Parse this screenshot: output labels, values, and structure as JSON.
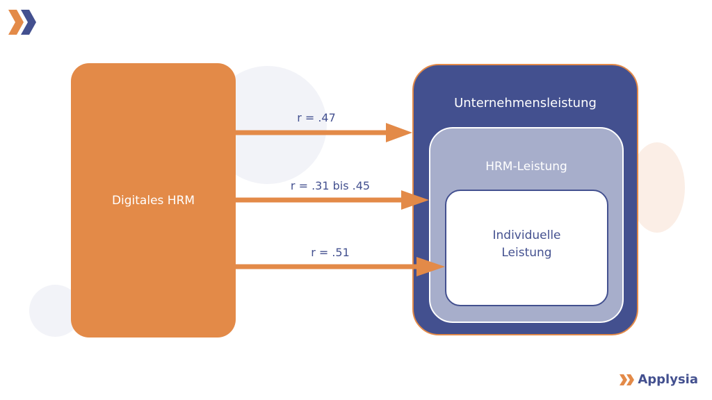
{
  "colors": {
    "orange": "#e38a48",
    "navy": "#43508f",
    "lavender": "#a7aecb",
    "white": "#ffffff"
  },
  "icons": {
    "top_logo": "double-chevron-logo-icon",
    "brand_logo": "double-chevron-brand-icon"
  },
  "diagram": {
    "source": {
      "label": "Digitales HRM"
    },
    "targets": {
      "outer": {
        "label": "Unternehmensleistung"
      },
      "middle": {
        "label": "HRM-Leistung"
      },
      "inner": {
        "label": "Individuelle\nLeistung"
      }
    },
    "arrows": [
      {
        "label": "r = .47",
        "target": "Unternehmensleistung"
      },
      {
        "label": "r = .31 bis .45",
        "target": "HRM-Leistung"
      },
      {
        "label": "r = .51",
        "target": "Individuelle Leistung"
      }
    ]
  },
  "brand": {
    "name": "Applysia"
  }
}
